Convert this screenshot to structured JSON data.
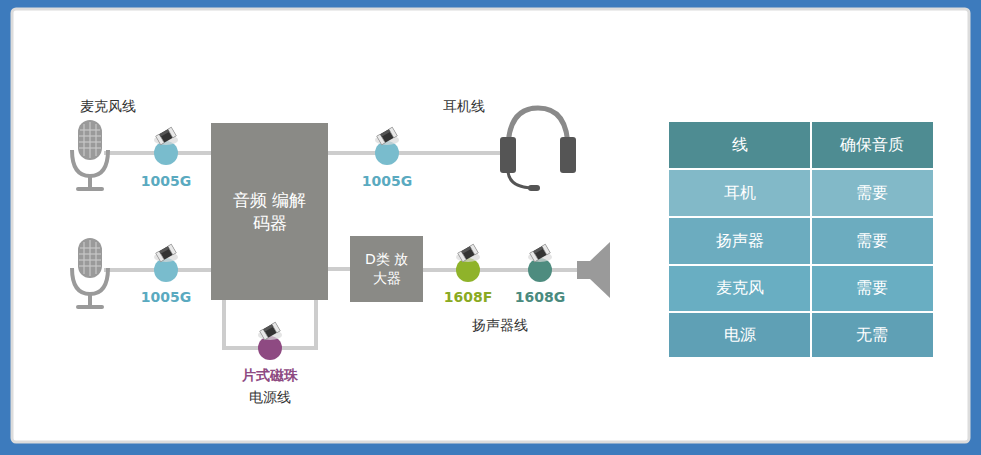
{
  "diagram": {
    "nodes": [
      {
        "text": [
          "音频 编解码器"
        ]
      },
      {
        "text": [
          "D类 放大器"
        ]
      }
    ],
    "edges": [
      {
        "from": 0,
        "to": 1,
        "arrow": "none"
      }
    ],
    "labels": [
      "麦克风线",
      "耳机线",
      "1005G",
      "1005G",
      "1005G",
      "片式磁珠",
      "电源线",
      "1608F",
      "1608G",
      "扬声器线",
      "线",
      "确保音质",
      "耳机",
      "需要",
      "扬声器",
      "需要",
      "麦克风",
      "需要",
      "电源",
      "无需"
    ]
  }
}
